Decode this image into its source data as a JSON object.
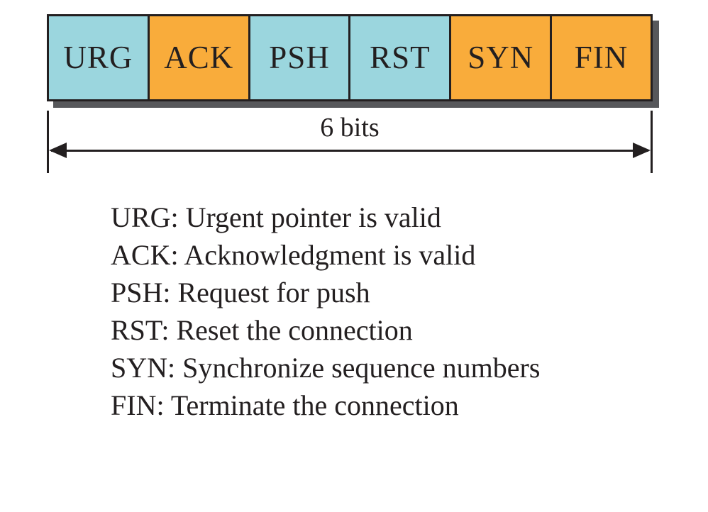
{
  "flags": {
    "cells": [
      {
        "label": "URG",
        "color": "blue"
      },
      {
        "label": "ACK",
        "color": "orange"
      },
      {
        "label": "PSH",
        "color": "blue"
      },
      {
        "label": "RST",
        "color": "blue"
      },
      {
        "label": "SYN",
        "color": "orange"
      },
      {
        "label": "FIN",
        "color": "orange"
      }
    ]
  },
  "dimension": {
    "label": "6 bits"
  },
  "legend": {
    "items": [
      {
        "text": "URG: Urgent pointer is valid"
      },
      {
        "text": "ACK: Acknowledgment is valid"
      },
      {
        "text": "PSH: Request for push"
      },
      {
        "text": "RST: Reset the connection"
      },
      {
        "text": "SYN: Synchronize sequence numbers"
      },
      {
        "text": "FIN: Terminate the connection"
      }
    ]
  },
  "colors": {
    "flag-blue": "#9bd6de",
    "flag-orange": "#f9ac3b",
    "ink": "#231f20",
    "shadow": "#57585b"
  }
}
